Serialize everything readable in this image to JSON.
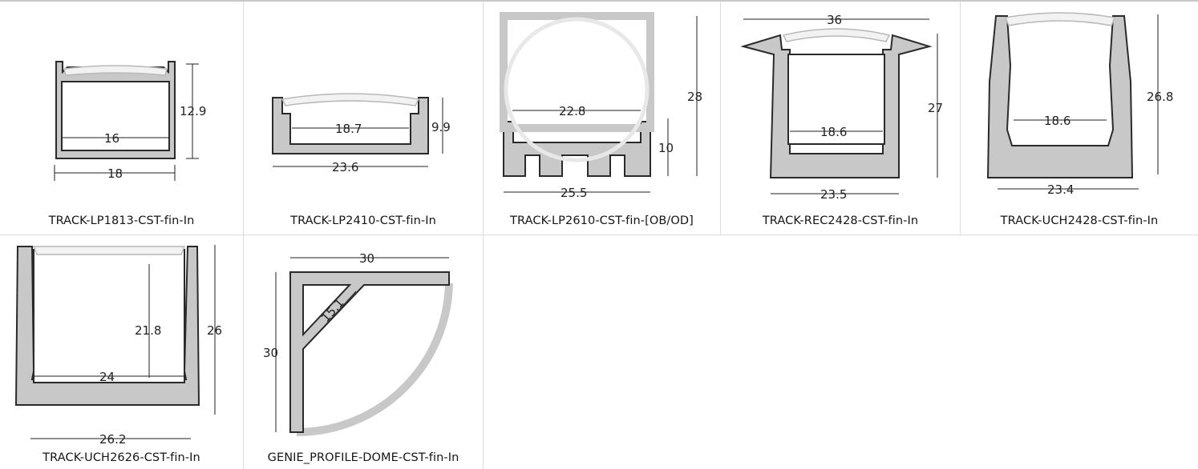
{
  "profiles": [
    {
      "caption": "TRACK-LP1813-CST-fin-In",
      "dims": [
        "12.9",
        "16",
        "18"
      ]
    },
    {
      "caption": "TRACK-LP2410-CST-fin-In",
      "dims": [
        "18.7",
        "9.9",
        "23.6"
      ]
    },
    {
      "caption": "TRACK-LP2610-CST-fin-[OB/OD]",
      "dims": [
        "28",
        "22.8",
        "10",
        "25.5"
      ]
    },
    {
      "caption": "TRACK-REC2428-CST-fin-In",
      "dims": [
        "36",
        "27",
        "18.6",
        "23.5"
      ]
    },
    {
      "caption": "TRACK-UCH2428-CST-fin-In",
      "dims": [
        "26.8",
        "18.6",
        "23.4"
      ]
    },
    {
      "caption": "TRACK-UCH2626-CST-fin-In",
      "dims": [
        "21.8",
        "26",
        "24",
        "26.2"
      ]
    },
    {
      "caption": "GENIE_PROFILE-DOME-CST-fin-In",
      "dims": [
        "30",
        "30",
        "15.1"
      ]
    }
  ],
  "colors": {
    "profile_fill": "#c8c8c8",
    "profile_stroke": "#2a2a2a",
    "diffuser_fill": "#f2f2f2",
    "diffuser_stroke": "#b8b8b8",
    "grid_line": "#dcdcdc"
  }
}
